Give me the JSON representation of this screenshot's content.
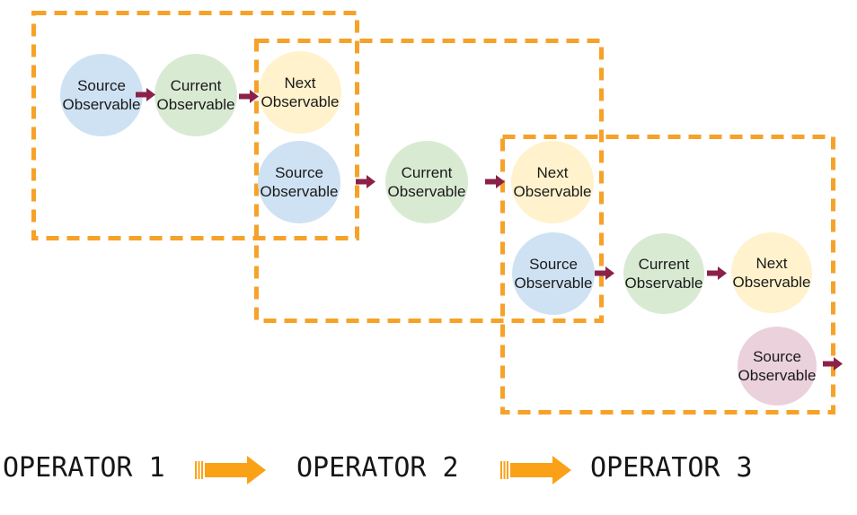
{
  "diagram": {
    "title_hint": "Chained observable operators flow",
    "circles": [
      {
        "id": "c1",
        "kind": "source",
        "label": "Source\nObservable"
      },
      {
        "id": "c2",
        "kind": "current",
        "label": "Current\nObservable"
      },
      {
        "id": "c3",
        "kind": "next",
        "label": "Next\nObservable"
      },
      {
        "id": "c4",
        "kind": "source",
        "label": "Source\nObservable"
      },
      {
        "id": "c5",
        "kind": "current",
        "label": "Current\nObservable"
      },
      {
        "id": "c6",
        "kind": "next",
        "label": "Next\nObservable"
      },
      {
        "id": "c7",
        "kind": "source",
        "label": "Source\nObservable"
      },
      {
        "id": "c8",
        "kind": "current",
        "label": "Current\nObservable"
      },
      {
        "id": "c9",
        "kind": "next",
        "label": "Next\nObservable"
      },
      {
        "id": "c10",
        "kind": "source-alt",
        "label": "Source\nObservable"
      }
    ],
    "operators": [
      {
        "label": "OPERATOR 1"
      },
      {
        "label": "OPERATOR 2"
      },
      {
        "label": "OPERATOR 3"
      }
    ],
    "colors": {
      "source_fill": "#CFE2F3",
      "current_fill": "#D9EAD3",
      "next_fill": "#FFF2CC",
      "source_alt_fill": "#EAD1DC",
      "flow_arrow": "#8B2149",
      "box_dash": "#F6A229",
      "operator_arrow": "#FBA117",
      "text": "#1A1A1A"
    }
  }
}
